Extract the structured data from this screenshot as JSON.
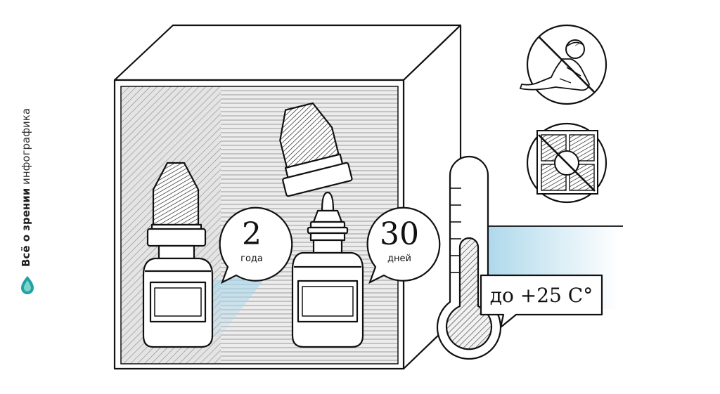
{
  "brand": {
    "name_bold": "Всё о зрении",
    "name_light": "инфографика"
  },
  "bubbles": [
    {
      "number": "2",
      "unit": "года"
    },
    {
      "number": "30",
      "unit": "дней"
    }
  ],
  "temperature_label": "до +25 C°",
  "icons": [
    "no-children-icon",
    "no-sunlight-icon",
    "thermometer-icon"
  ],
  "colors": {
    "ink": "#111111",
    "accent_blue": "#a9d6ea",
    "panel_gray": "#dcdcdc",
    "logo_teal": "#1fa3a6"
  }
}
